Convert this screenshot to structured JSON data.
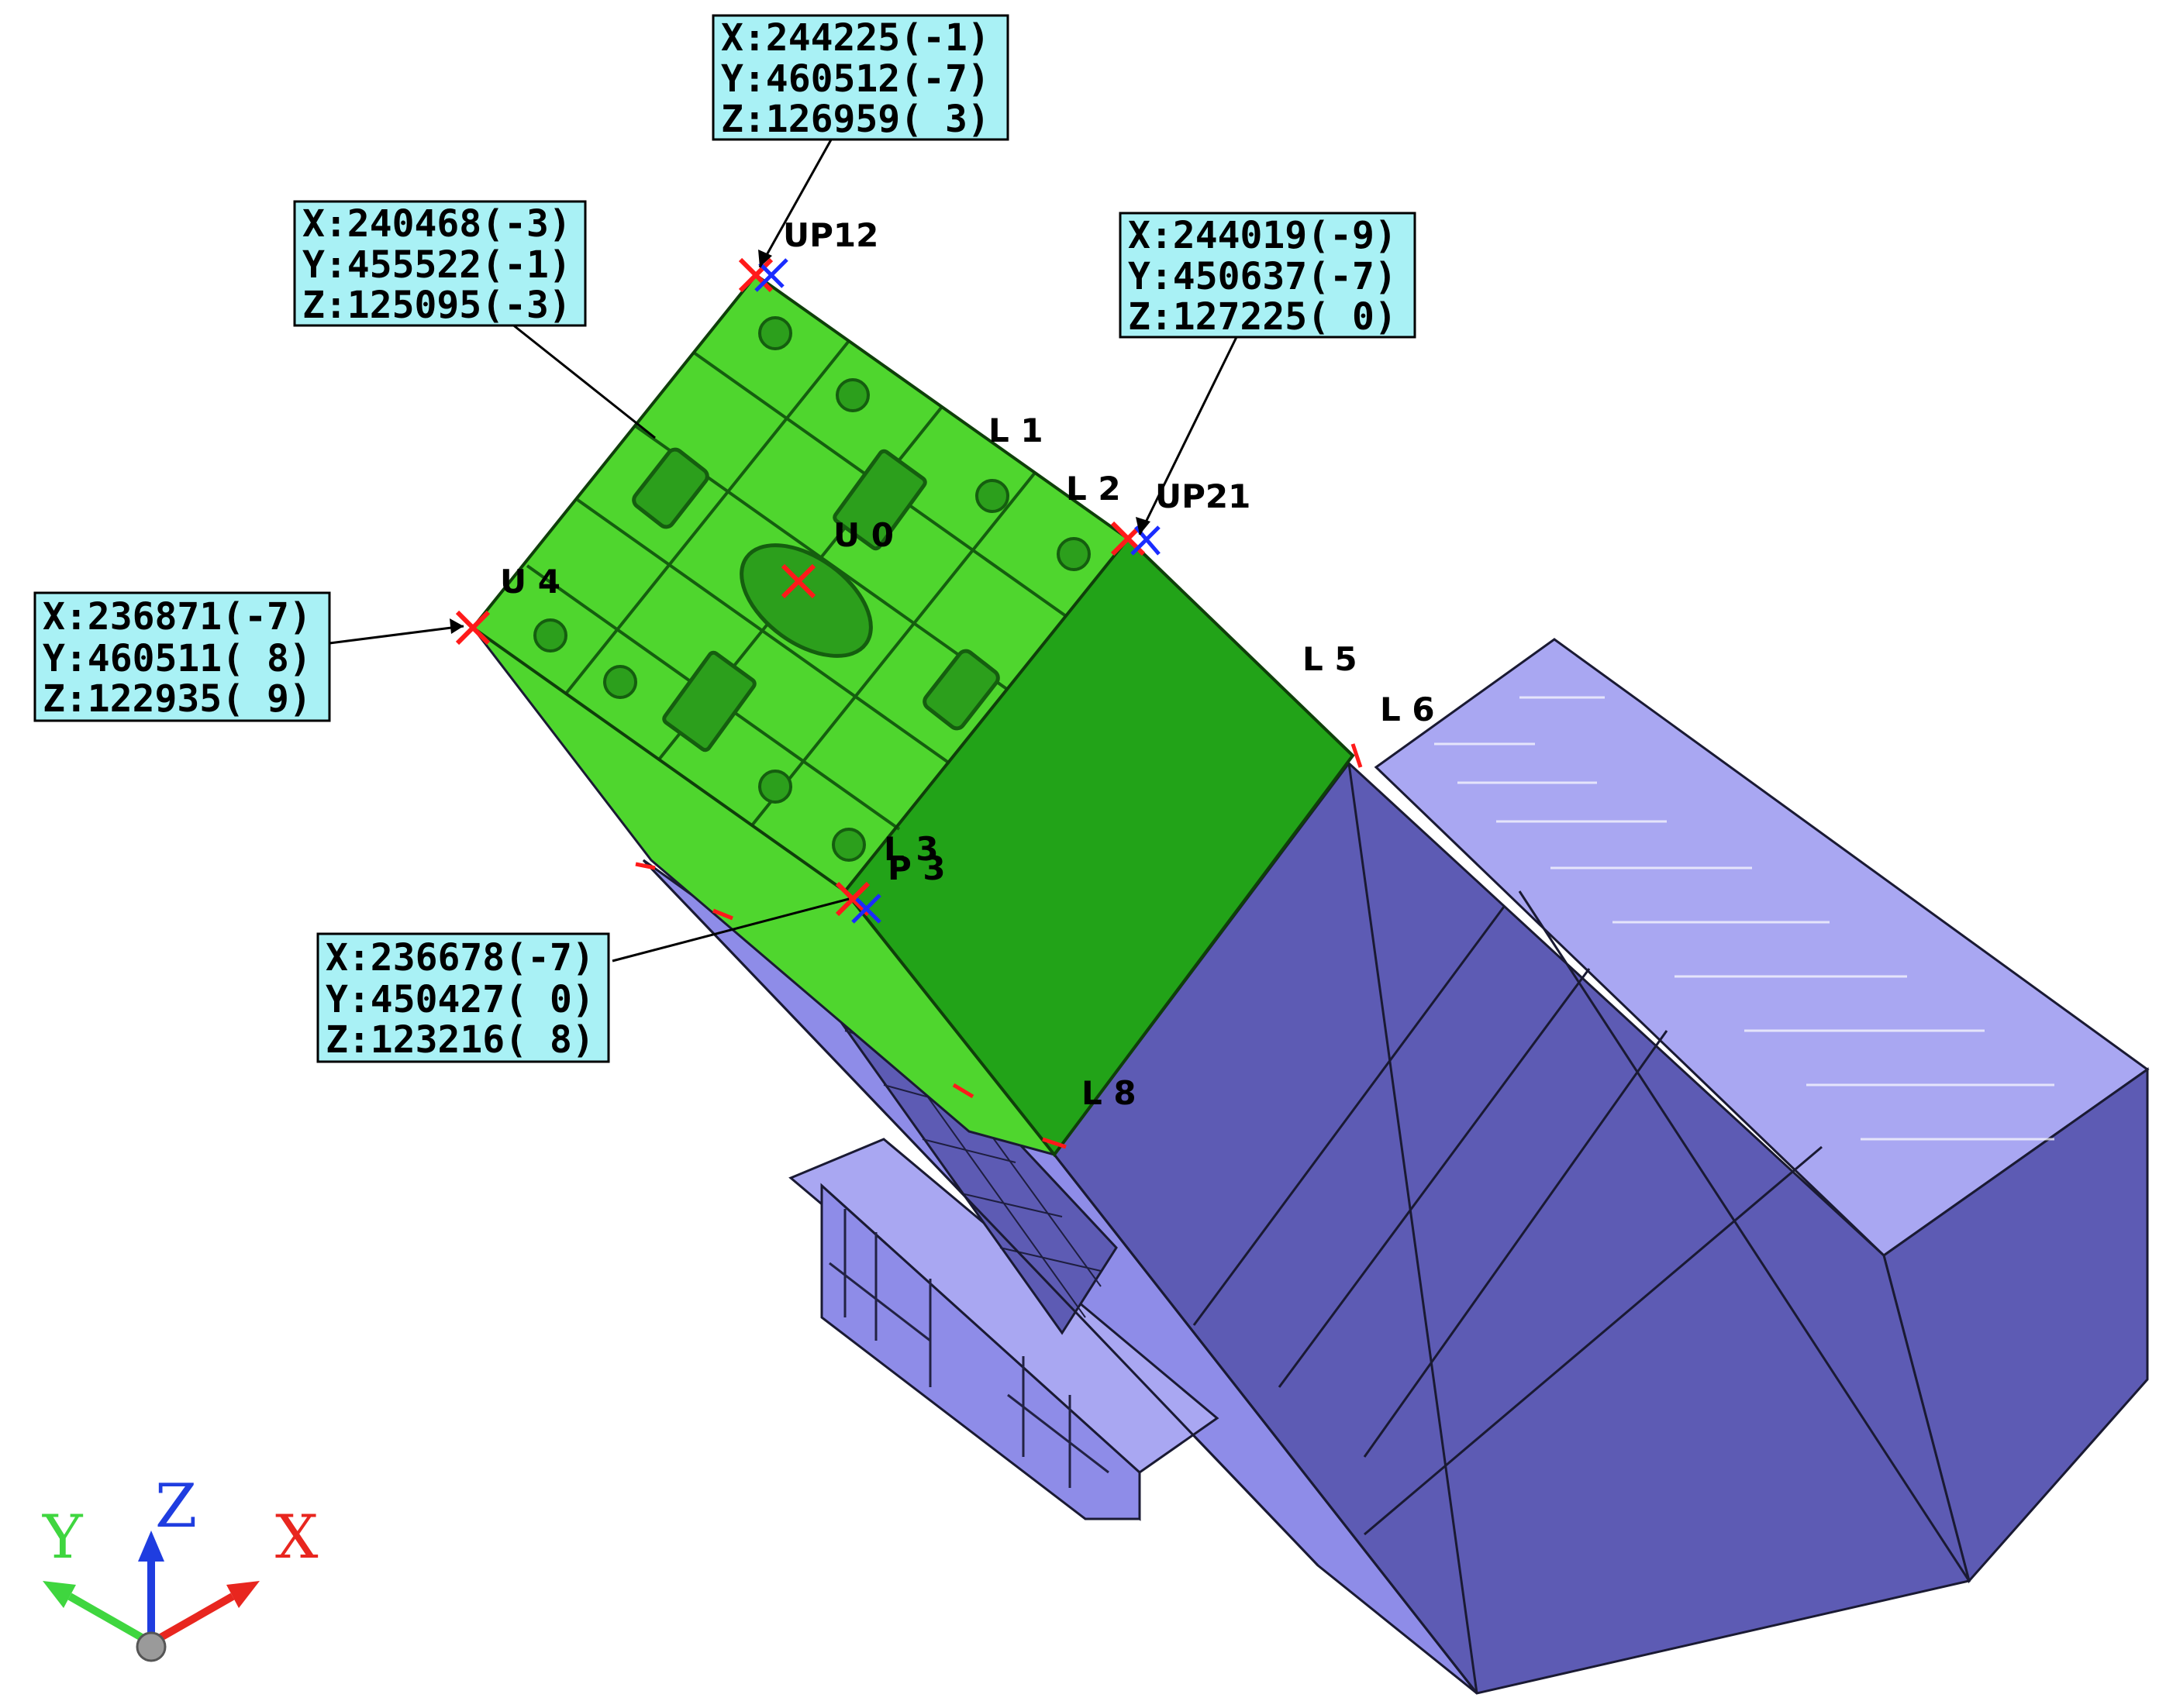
{
  "colors": {
    "assembly_green": "#4fd62e",
    "assembly_green_dark": "#2fae1f",
    "plate_green": "#22a318",
    "hull_blue": "#8e8ce8",
    "hull_blue_dark": "#5d5bb4",
    "hull_blue_light": "#a9a7f2",
    "callout_fill": "#a9f1f5",
    "marker_red": "#ff1a1a",
    "marker_blue": "#1a2cff",
    "axis_x": "#e8261f",
    "axis_y": "#3fd63f",
    "axis_z": "#1f3de0"
  },
  "callouts": [
    {
      "id": "top",
      "x": "X:244225(-1)",
      "y": "Y:460512(-7)",
      "z": "Z:126959( 3)"
    },
    {
      "id": "upper-left",
      "x": "X:240468(-3)",
      "y": "Y:455522(-1)",
      "z": "Z:125095(-3)"
    },
    {
      "id": "upper-right",
      "x": "X:244019(-9)",
      "y": "Y:450637(-7)",
      "z": "Z:127225( 0)"
    },
    {
      "id": "left",
      "x": "X:236871(-7)",
      "y": "Y:460511( 8)",
      "z": "Z:122935( 9)"
    },
    {
      "id": "lower-left",
      "x": "X:236678(-7)",
      "y": "Y:450427( 0)",
      "z": "Z:123216( 8)"
    }
  ],
  "point_labels": {
    "up12": "UP12",
    "up21": "UP21",
    "u0": "U 0",
    "l1": "L 1",
    "l2": "L 2",
    "l3": "L 3",
    "l5": "L 5",
    "l6": "L 6",
    "l8": "L 8",
    "p3": "P 3",
    "u4": "U 4"
  },
  "axes": {
    "x": "X",
    "y": "Y",
    "z": "Z"
  }
}
